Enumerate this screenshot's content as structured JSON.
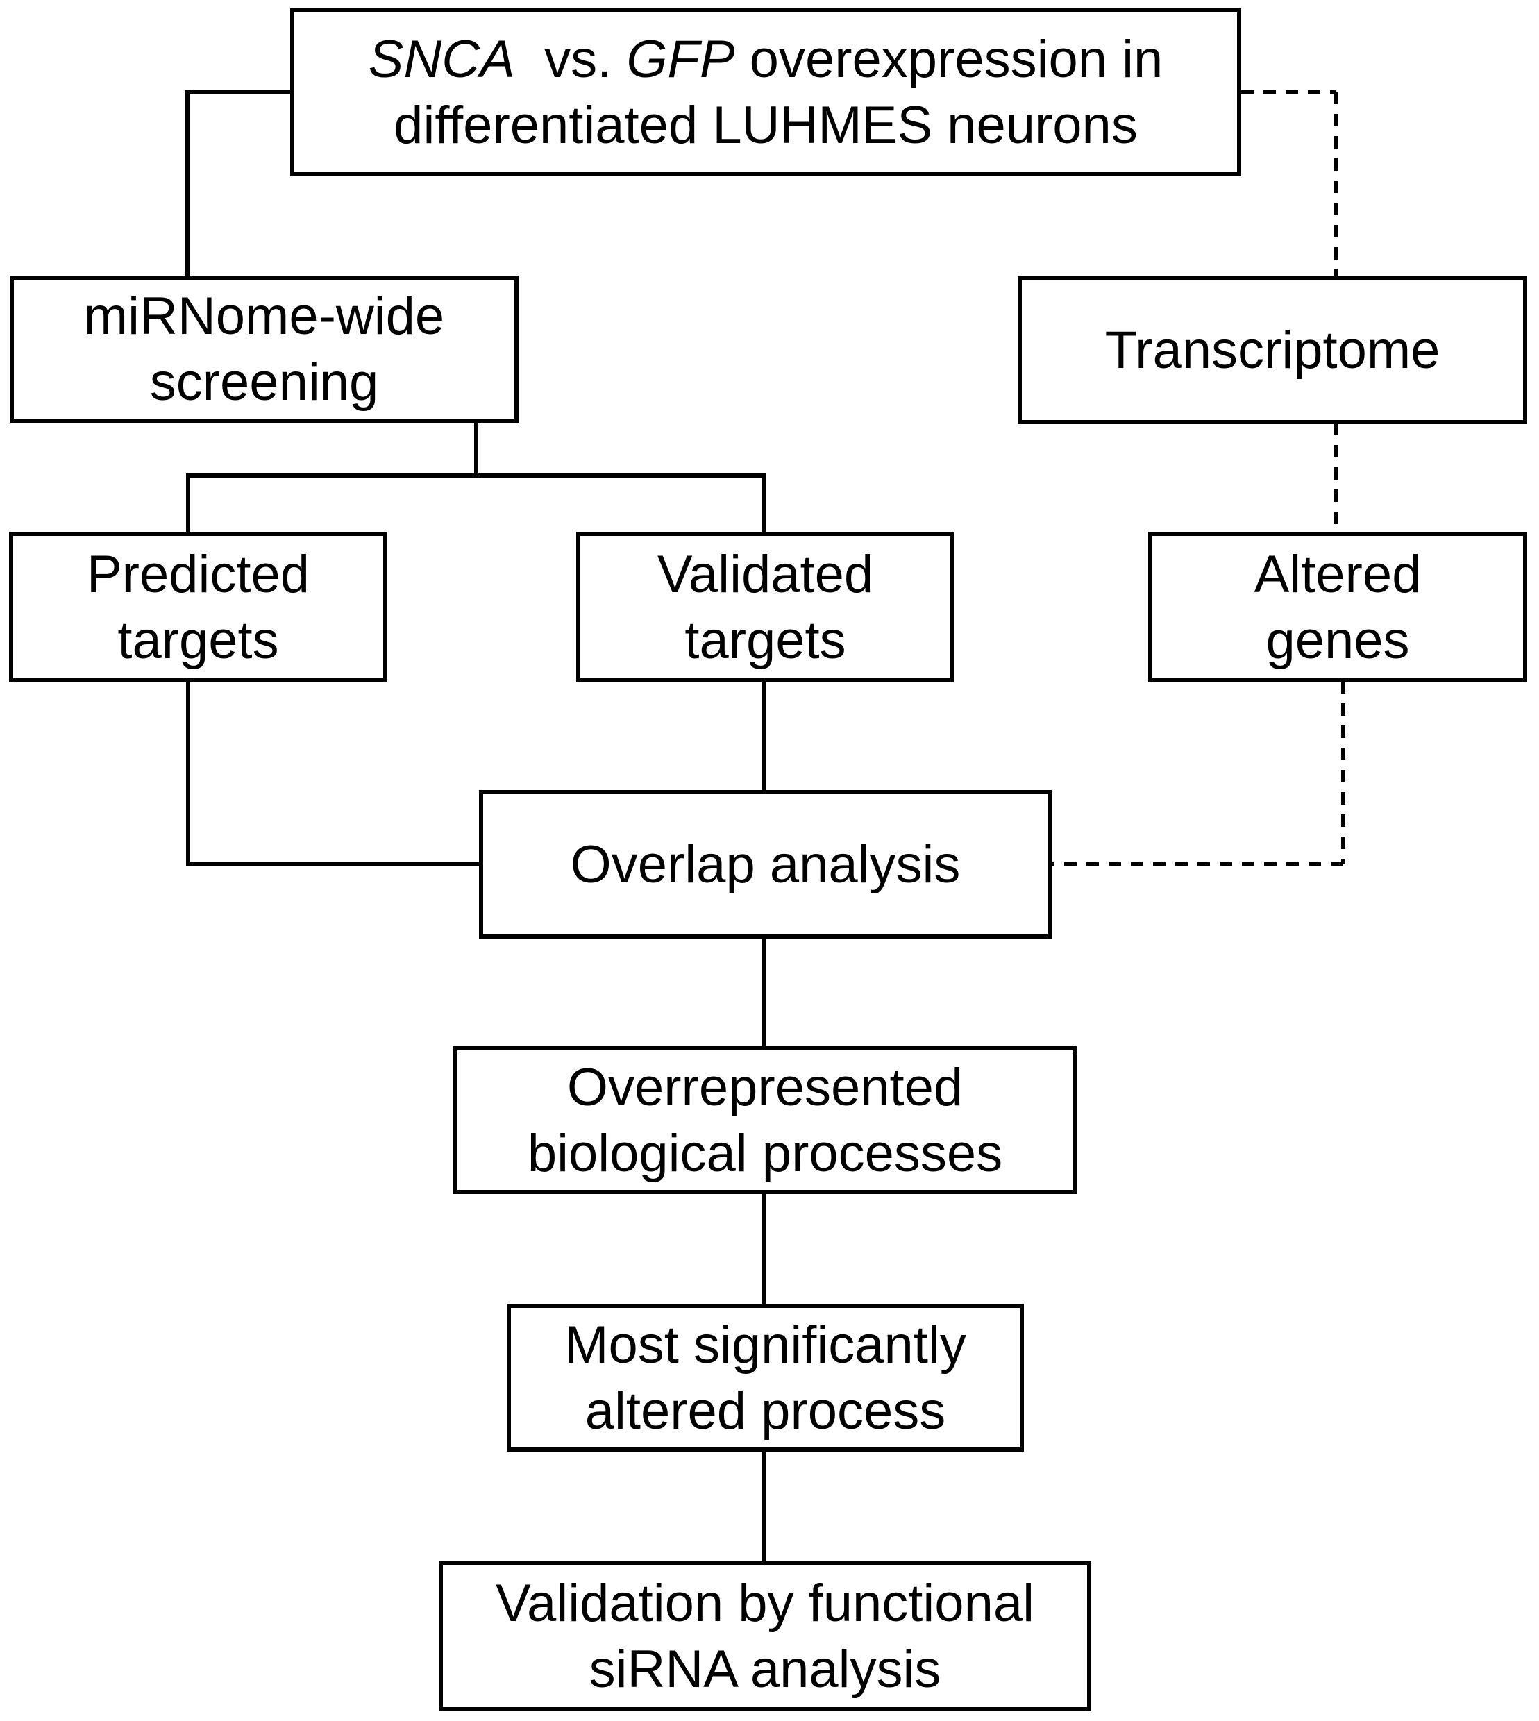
{
  "diagram": {
    "top_box": {
      "gene_a": "SNCA",
      "vs": "vs.",
      "gene_b": "GFP",
      "line1_rest": "overexpression in",
      "line2": "differentiated LUHMES neurons"
    },
    "mirnome": {
      "line1": "miRNome-wide",
      "line2": "screening"
    },
    "transcriptome": {
      "label": "Transcriptome"
    },
    "predicted": {
      "line1": "Predicted",
      "line2": "targets"
    },
    "validated": {
      "line1": "Validated",
      "line2": "targets"
    },
    "altered": {
      "line1": "Altered",
      "line2": "genes"
    },
    "overlap": {
      "label": "Overlap analysis"
    },
    "overrep": {
      "line1": "Overrepresented",
      "line2": "biological processes"
    },
    "most": {
      "line1": "Most significantly",
      "line2": "altered process"
    },
    "validation": {
      "line1": "Validation by functional",
      "line2": "siRNA analysis"
    }
  }
}
